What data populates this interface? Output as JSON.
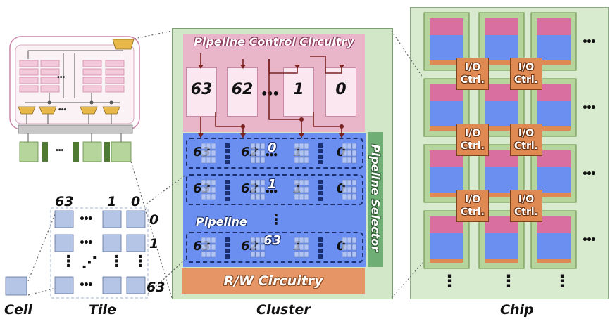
{
  "labels": {
    "cell": "Cell",
    "tile": "Tile",
    "cluster": "Cluster",
    "chip": "Chip"
  },
  "tile": {
    "col_labels": [
      "63",
      "1",
      "0"
    ],
    "row_labels": [
      "0",
      "1",
      "63"
    ],
    "ellipsis": "•••",
    "vdots": "⋮",
    "diag": "⋰"
  },
  "cluster": {
    "pipeline_control": "Pipeline Control Circuitry",
    "subarrays": [
      "63",
      "62",
      "1",
      "0"
    ],
    "subarray_ellipsis": "•••",
    "rows": [
      {
        "index": "0",
        "nums": [
          "63",
          "62",
          "1",
          "0"
        ]
      },
      {
        "index": "1",
        "nums": [
          "63",
          "62",
          "1",
          "0"
        ]
      },
      {
        "index": "63",
        "nums": [
          "63",
          "62",
          "1",
          "0"
        ]
      }
    ],
    "pipeline_label": "Pipeline",
    "row_ellipsis": "•••",
    "pipeline_selector": "Pipeline Selector",
    "rw": "R/W Circuitry"
  },
  "chip": {
    "io_line1": "I/O",
    "io_line2": "Ctrl.",
    "ellipsis": "•••",
    "vdots": "⋮"
  },
  "colors": {
    "pink": "#e8b5c9",
    "blue": "#6b8ff0",
    "orange": "#e59566",
    "green": "#d8ebcf",
    "tile": "#b5c5e6"
  }
}
